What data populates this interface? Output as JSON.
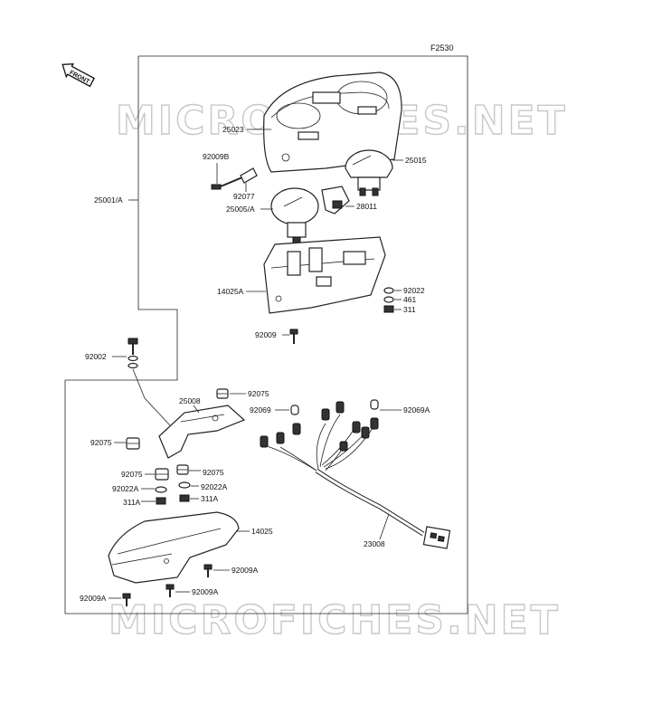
{
  "diagram": {
    "code": "F2530",
    "front_label": "FRONT",
    "watermark": "MICROFICHES.NET",
    "labels": {
      "p25023": "25023",
      "p25015": "25015",
      "p92009B": "92009B",
      "p92077": "92077",
      "p25001A": "25001/A",
      "p25005A": "25005/A",
      "p28011": "28011",
      "p14025A": "14025A",
      "p92022": "92022",
      "p461": "461",
      "p311": "311",
      "p92009": "92009",
      "p92002": "92002",
      "p25008": "25008",
      "p92075a": "92075",
      "p92069": "92069",
      "p92069A": "92069A",
      "p92075b": "92075",
      "p92075c": "92075",
      "p92075d": "92075",
      "p92022A_l": "92022A",
      "p92022A_r": "92022A",
      "p311A_l": "311A",
      "p311A_r": "311A",
      "p14025": "14025",
      "p23008": "23008",
      "p92009A_a": "92009A",
      "p92009A_b": "92009A",
      "p92009A_c": "92009A"
    }
  }
}
